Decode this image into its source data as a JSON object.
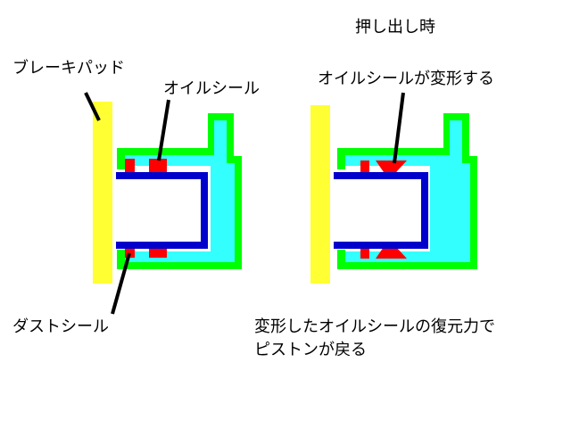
{
  "labels": {
    "push_time": "押し出し時",
    "brake_pad": "ブレーキパッド",
    "oil_seal": "オイルシール",
    "oil_seal_deforms": "オイルシールが変形する",
    "dust_seal": "ダストシール",
    "restore_line1": "変形したオイルシールの復元力で",
    "restore_line2": "ピストンが戻る"
  },
  "colors": {
    "pad": "#ffff33",
    "caliper": "#00ff00",
    "fluid": "#33ffff",
    "piston": "#0000cc",
    "seal": "#ff0000",
    "line": "#000000"
  }
}
